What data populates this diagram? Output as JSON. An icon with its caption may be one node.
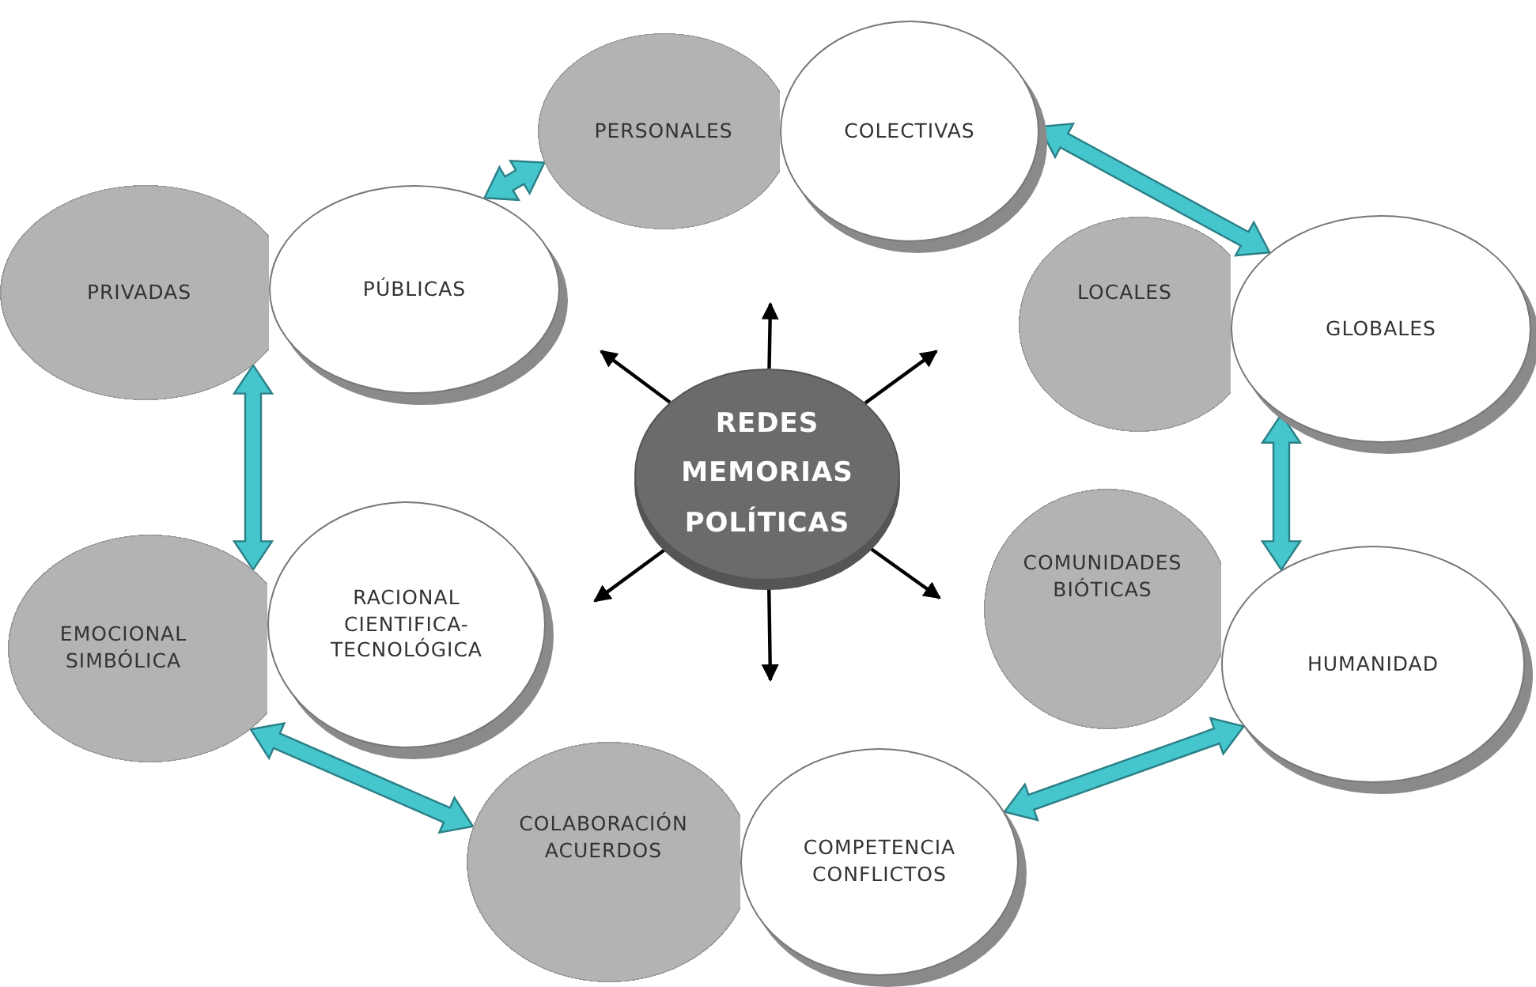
{
  "diagram": {
    "nodes": [
      {
        "text": [
          "PERSONALES"
        ]
      },
      {
        "text": [
          "COLECTIVAS"
        ]
      },
      {
        "text": [
          "PRIVADAS"
        ]
      },
      {
        "text": [
          "PÚBLICAS"
        ]
      },
      {
        "text": [
          "LOCALES"
        ]
      },
      {
        "text": [
          "GLOBALES"
        ]
      },
      {
        "text": [
          "REDES",
          "MEMORIAS",
          "POLÍTICAS"
        ]
      },
      {
        "text": [
          "EMOCIONAL SIMBÓLICA"
        ]
      },
      {
        "text": [
          "RACIONAL CIENTIFICA- TECNOLÓGICA"
        ]
      },
      {
        "text": [
          "COMUNIDADES BIÓTICAS"
        ]
      },
      {
        "text": [
          "HUMANIDAD"
        ]
      },
      {
        "text": [
          "COLABORACIÓN ACUERDOS"
        ]
      },
      {
        "text": [
          "COMPETENCIA CONFLICTOS"
        ]
      }
    ],
    "edges": [
      {
        "from": 6,
        "to": null,
        "arrow": "to"
      },
      {
        "from": 6,
        "to": null,
        "arrow": "to"
      },
      {
        "from": 6,
        "to": null,
        "arrow": "to"
      },
      {
        "from": 6,
        "to": null,
        "arrow": "to"
      },
      {
        "from": 6,
        "to": null,
        "arrow": "to"
      },
      {
        "from": 6,
        "to": null,
        "arrow": "to"
      },
      {
        "from": 3,
        "to": 0,
        "arrow": "both",
        "style": "thick",
        "color": "#45c6cc"
      },
      {
        "from": 1,
        "to": 5,
        "arrow": "both",
        "style": "thick",
        "color": "#45c6cc"
      },
      {
        "from": 5,
        "to": 10,
        "arrow": "both",
        "style": "thick",
        "color": "#45c6cc"
      },
      {
        "from": 10,
        "to": 12,
        "arrow": "both",
        "style": "thick",
        "color": "#45c6cc"
      },
      {
        "from": 7,
        "to": 11,
        "arrow": "both",
        "style": "thick",
        "color": "#45c6cc"
      },
      {
        "from": 2,
        "to": 7,
        "arrow": "both",
        "style": "thick",
        "color": "#45c6cc"
      }
    ]
  }
}
